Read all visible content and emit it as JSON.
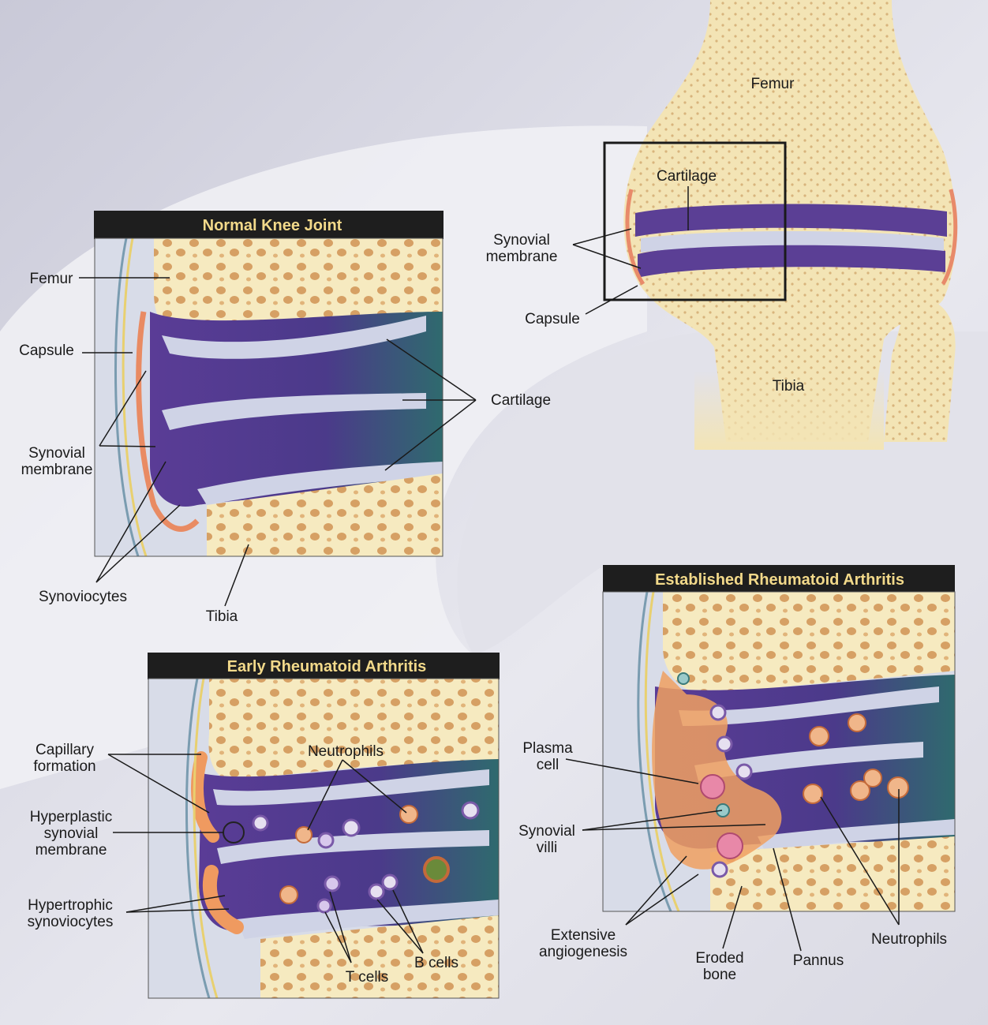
{
  "overview": {
    "femur": "Femur",
    "cartilage": "Cartilage",
    "synovial_membrane": [
      "Synovial",
      "membrane"
    ],
    "capsule": "Capsule",
    "tibia": "Tibia"
  },
  "normal": {
    "title": "Normal Knee Joint",
    "femur": "Femur",
    "capsule": "Capsule",
    "synovial_membrane": [
      "Synovial",
      "membrane"
    ],
    "cartilage": "Cartilage",
    "synoviocytes": "Synoviocytes",
    "tibia": "Tibia"
  },
  "early": {
    "title": "Early Rheumatoid Arthritis",
    "capillary_formation": [
      "Capillary",
      "formation"
    ],
    "neutrophils": "Neutrophils",
    "hyperplastic": [
      "Hyperplastic",
      "synovial",
      "membrane"
    ],
    "hypertrophic": [
      "Hypertrophic",
      "synoviocytes"
    ],
    "t_cells": "T cells",
    "b_cells": "B cells"
  },
  "established": {
    "title": "Established Rheumatoid Arthritis",
    "plasma_cell": [
      "Plasma",
      "cell"
    ],
    "synovial_villi": [
      "Synovial",
      "villi"
    ],
    "angiogenesis": [
      "Extensive",
      "angiogenesis"
    ],
    "eroded_bone": [
      "Eroded",
      "bone"
    ],
    "pannus": "Pannus",
    "neutrophils": "Neutrophils"
  },
  "colors": {
    "bone": "#f6eac0",
    "bone_pore": "#d9a86a",
    "synovial_fluid": "#5b3f95",
    "cartilage": "#cfd3e6",
    "inflamed": "#f0a060",
    "title_bar": "#1e1e1e"
  }
}
